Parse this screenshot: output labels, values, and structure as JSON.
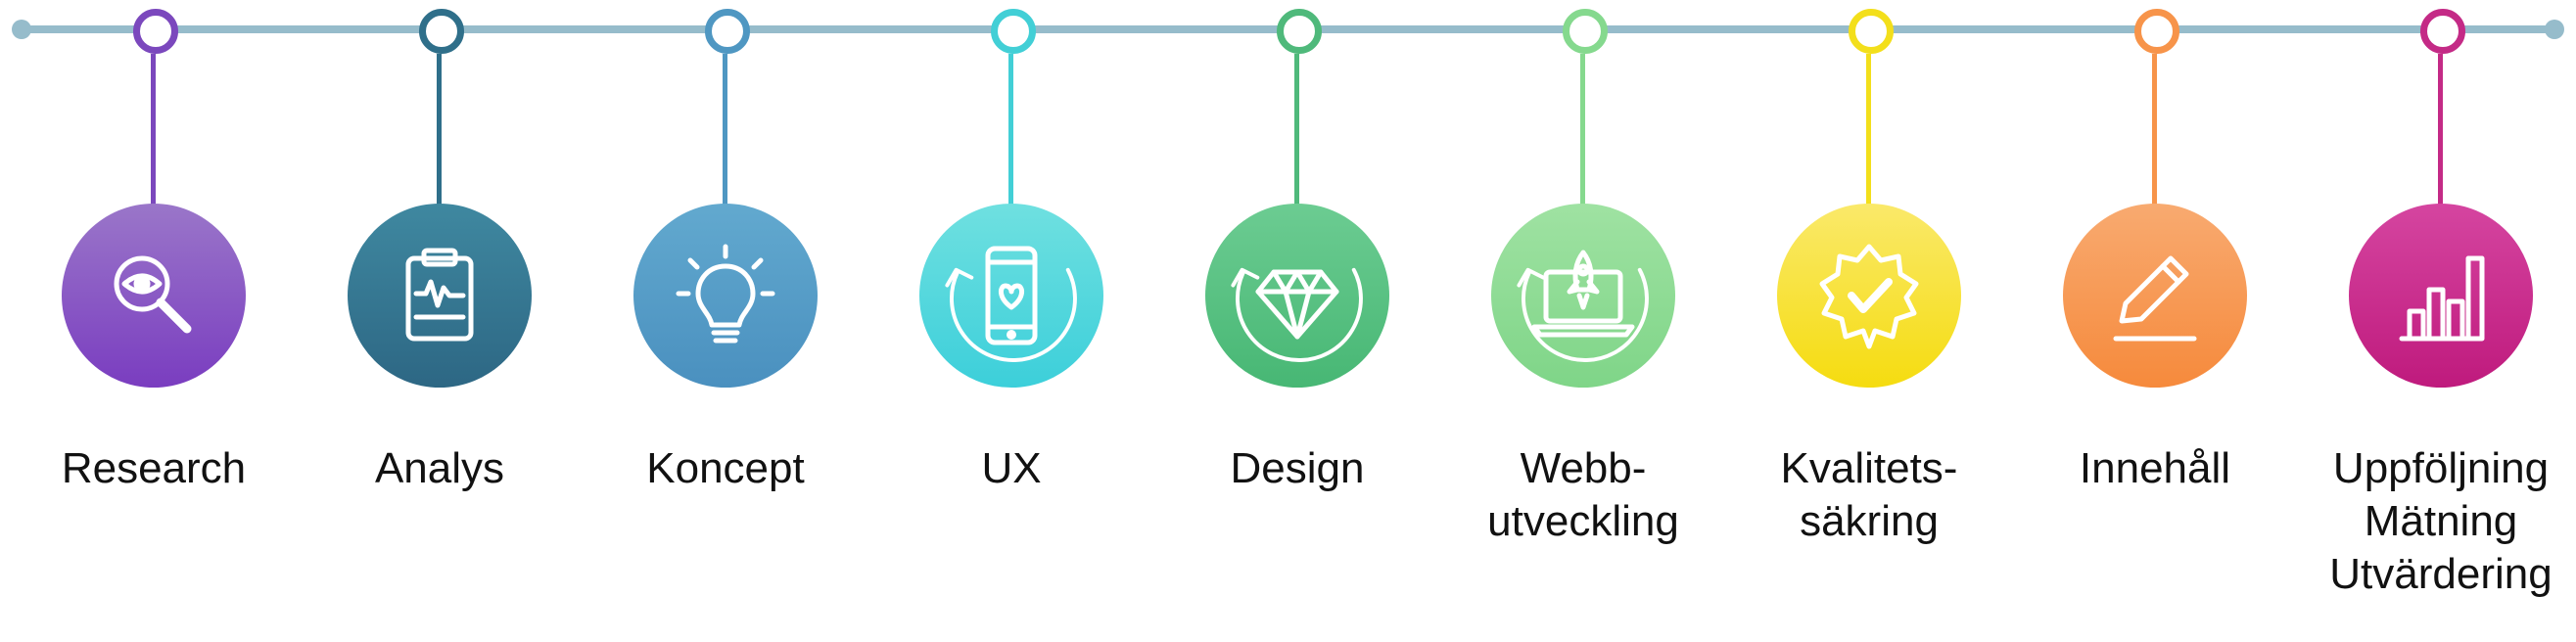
{
  "steps": [
    {
      "id": "research",
      "lines": [
        "Research"
      ],
      "color": "#7b48bd",
      "grad": [
        "#9a76c9",
        "#7a3dc0"
      ],
      "icon": "magnifier-eye-icon"
    },
    {
      "id": "analys",
      "lines": [
        "Analys"
      ],
      "color": "#2f6f8a",
      "grad": [
        "#3f88a0",
        "#2d6784"
      ],
      "icon": "clipboard-chart-icon"
    },
    {
      "id": "koncept",
      "lines": [
        "Koncept"
      ],
      "color": "#4f97c2",
      "grad": [
        "#62a9cf",
        "#4a90bf"
      ],
      "icon": "lightbulb-icon"
    },
    {
      "id": "ux",
      "lines": [
        "UX"
      ],
      "color": "#42cfd6",
      "grad": [
        "#6fe0e0",
        "#3ccfda"
      ],
      "icon": "phone-heart-icon"
    },
    {
      "id": "design",
      "lines": [
        "Design"
      ],
      "color": "#4fb97b",
      "grad": [
        "#6ccc92",
        "#47b774"
      ],
      "icon": "diamond-icon"
    },
    {
      "id": "webbutveckling",
      "lines": [
        "Webb-",
        "utveckling"
      ],
      "color": "#85d98e",
      "grad": [
        "#9fe2a2",
        "#7fd588"
      ],
      "icon": "laptop-rocket-icon"
    },
    {
      "id": "kvalitetssakring",
      "lines": [
        "Kvalitets-",
        "säkring"
      ],
      "color": "#f3df1b",
      "grad": [
        "#fae96a",
        "#f5dc10"
      ],
      "icon": "badge-check-icon"
    },
    {
      "id": "innehall",
      "lines": [
        "Innehåll"
      ],
      "color": "#f7944a",
      "grad": [
        "#f8aa70",
        "#f68a3c"
      ],
      "icon": "pencil-icon"
    },
    {
      "id": "uppfoljning",
      "lines": [
        "Uppföljning",
        "Mätning",
        "Utvärdering"
      ],
      "color": "#c42a86",
      "grad": [
        "#d545a0",
        "#bf1a7d"
      ],
      "icon": "bar-chart-icon"
    }
  ]
}
